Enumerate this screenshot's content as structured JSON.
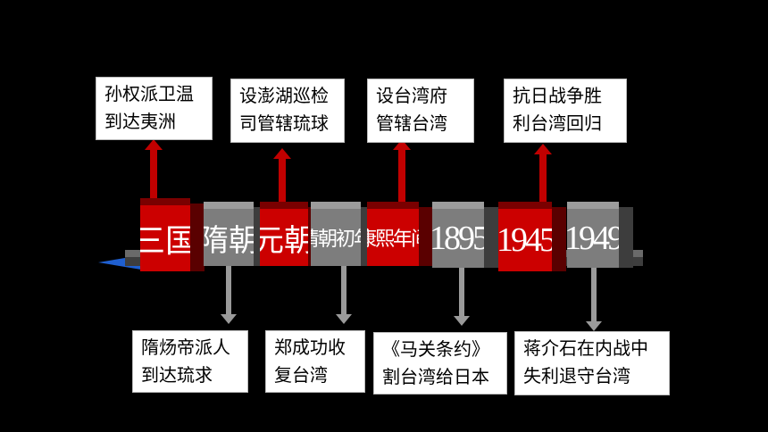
{
  "events_above": [
    {
      "lines": [
        "孙权派卫温",
        "到达夷洲"
      ]
    },
    {
      "lines": [
        "设澎湖巡检",
        "司管辖琉球"
      ]
    },
    {
      "lines": [
        "设台湾府",
        "管辖台湾"
      ]
    },
    {
      "lines": [
        "抗日战争胜",
        "利台湾回归"
      ]
    }
  ],
  "periods": [
    {
      "label": "三国",
      "color": "red"
    },
    {
      "label": "隋朝",
      "color": "gray"
    },
    {
      "label": "元朝",
      "color": "red"
    },
    {
      "label": "清朝初年",
      "color": "gray"
    },
    {
      "label": "康熙年间",
      "color": "red"
    },
    {
      "label": "1895",
      "color": "gray"
    },
    {
      "label": "1945",
      "color": "red"
    },
    {
      "label": "1949",
      "color": "gray"
    }
  ],
  "events_below": [
    {
      "lines": [
        "隋炀帝派人",
        "到达琉求"
      ]
    },
    {
      "lines": [
        "郑成功收",
        "复台湾"
      ]
    },
    {
      "lines": [
        "《马关条约》",
        "割台湾给日本"
      ]
    },
    {
      "lines": [
        "蒋介石在内战中",
        "失利退守台湾"
      ]
    }
  ],
  "colors": {
    "red": "#cc0000",
    "gray": "#7d7d7d",
    "background": "#000000",
    "accent_blue": "#1f5fd0"
  }
}
